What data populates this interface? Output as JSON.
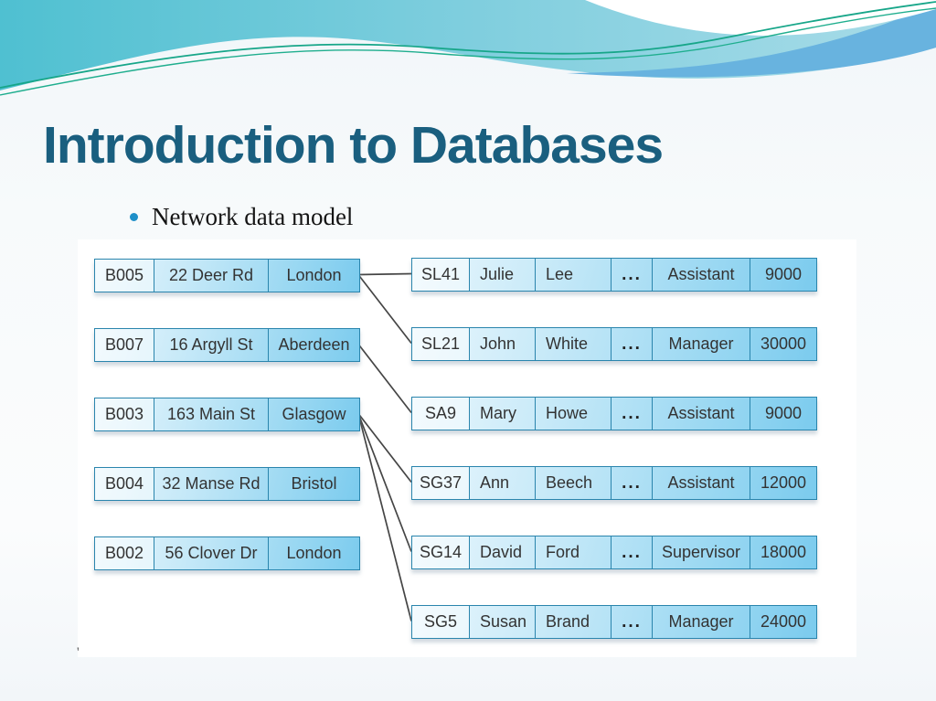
{
  "slide": {
    "title": "Introduction to Databases",
    "bullet": "Network data model"
  },
  "diagram": {
    "branch_rows": [
      {
        "id": "B005",
        "street": "22 Deer Rd",
        "city": "London"
      },
      {
        "id": "B007",
        "street": "16 Argyll St",
        "city": "Aberdeen"
      },
      {
        "id": "B003",
        "street": "163 Main St",
        "city": "Glasgow"
      },
      {
        "id": "B004",
        "street": "32 Manse Rd",
        "city": "Bristol"
      },
      {
        "id": "B002",
        "street": "56 Clover Dr",
        "city": "London"
      }
    ],
    "staff_rows": [
      {
        "id": "SL41",
        "first": "Julie",
        "last": "Lee",
        "dots": "...",
        "position": "Assistant",
        "salary": "9000"
      },
      {
        "id": "SL21",
        "first": "John",
        "last": "White",
        "dots": "...",
        "position": "Manager",
        "salary": "30000"
      },
      {
        "id": "SA9",
        "first": "Mary",
        "last": "Howe",
        "dots": "...",
        "position": "Assistant",
        "salary": "9000"
      },
      {
        "id": "SG37",
        "first": "Ann",
        "last": "Beech",
        "dots": "...",
        "position": "Assistant",
        "salary": "12000"
      },
      {
        "id": "SG14",
        "first": "David",
        "last": "Ford",
        "dots": "...",
        "position": "Supervisor",
        "salary": "18000"
      },
      {
        "id": "SG5",
        "first": "Susan",
        "last": "Brand",
        "dots": "...",
        "position": "Manager",
        "salary": "24000"
      }
    ],
    "links": [
      {
        "from": "B005",
        "to": "SL41"
      },
      {
        "from": "B005",
        "to": "SL21"
      },
      {
        "from": "B007",
        "to": "SA9"
      },
      {
        "from": "B003",
        "to": "SG37"
      },
      {
        "from": "B003",
        "to": "SG14"
      },
      {
        "from": "B003",
        "to": "SG5"
      }
    ]
  },
  "colors": {
    "title": "#1a5f7f",
    "bullet_dot": "#1e8fc8",
    "row_border": "#2a85ad",
    "row_fill_light": "#eaf7fd",
    "row_fill_dark": "#7bcbee",
    "link_line": "#454545",
    "header_teal": "#54c3d3",
    "header_blue": "#68b3df",
    "header_green_line": "#17a689"
  },
  "stray_mark": "'"
}
